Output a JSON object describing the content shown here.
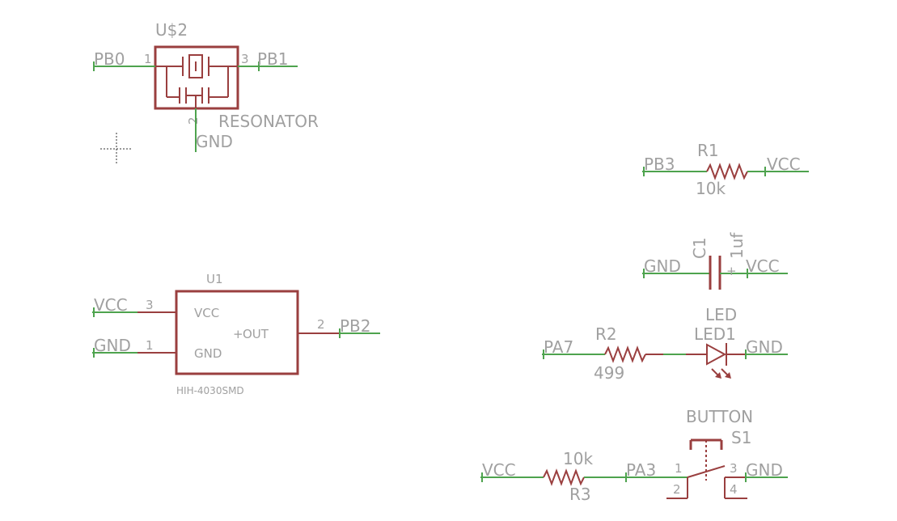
{
  "resonator": {
    "ref": "U$2",
    "value": "RESONATOR",
    "pin_left": "1",
    "pin_right": "3",
    "pin_bottom": "2",
    "net_left": "PB0",
    "net_right": "PB1",
    "net_bottom": "GND"
  },
  "r1": {
    "ref": "R1",
    "value": "10k",
    "net_left": "PB3",
    "net_right": "VCC"
  },
  "c1": {
    "ref": "C1",
    "value": "1uf",
    "net_left": "GND",
    "net_right": "VCC"
  },
  "u1": {
    "ref": "U1",
    "value": "HIH-4030SMD",
    "pin_vcc_num": "3",
    "pin_gnd_num": "1",
    "pin_out_num": "2",
    "pin_vcc_label": "VCC",
    "pin_gnd_label": "GND",
    "pin_out_label": "OUT",
    "net_vcc": "VCC",
    "net_gnd": "GND",
    "net_out": "PB2"
  },
  "led_chain": {
    "r2_ref": "R2",
    "r2_value": "499",
    "led_value": "LED",
    "led_ref": "LED1",
    "net_left": "PA7",
    "net_right": "GND"
  },
  "button_chain": {
    "r3_ref": "R3",
    "r3_value": "10k",
    "s_value": "BUTTON",
    "s_ref": "S1",
    "pin1": "1",
    "pin2": "2",
    "pin3": "3",
    "pin4": "4",
    "net_left": "VCC",
    "net_mid": "PA3",
    "net_right": "GND"
  }
}
